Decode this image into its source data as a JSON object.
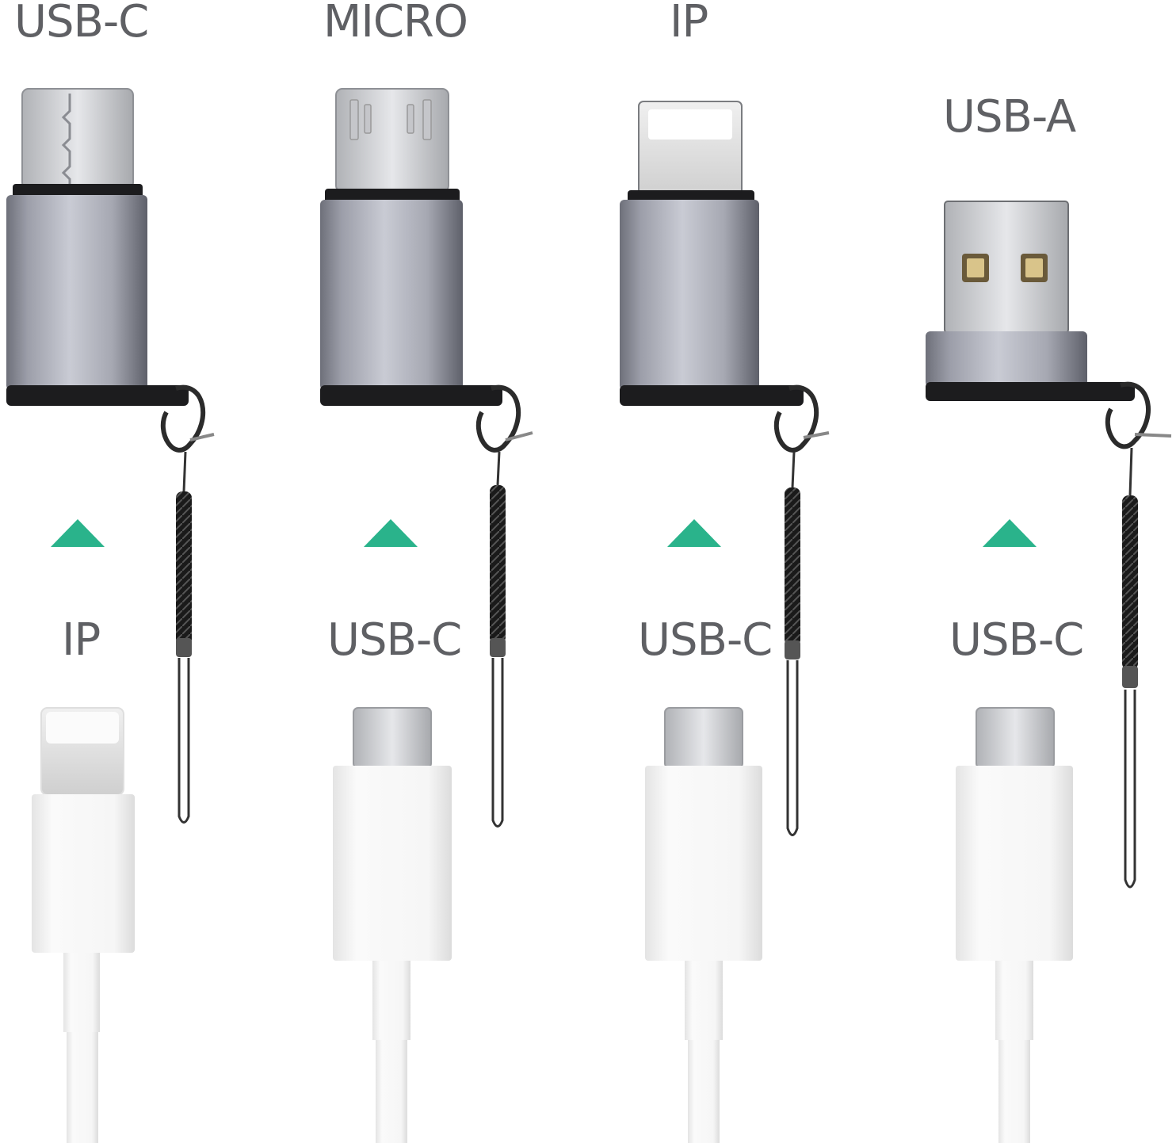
{
  "columns": [
    {
      "adapter_label": "USB-C",
      "cable_label": "IP"
    },
    {
      "adapter_label": "MICRO",
      "cable_label": "USB-C"
    },
    {
      "adapter_label": "IP",
      "cable_label": "USB-C"
    },
    {
      "adapter_label": "USB-A",
      "cable_label": "USB-C"
    }
  ],
  "colors": {
    "label_text": "#5f6064",
    "arrow": "#2ab38b",
    "adapter_body": "#a9abb6",
    "adapter_band": "#1c1c1e",
    "cable_white": "#f4f4f4"
  },
  "icons": [
    "arrow-up-icon",
    "lanyard-icon",
    "clasp-icon"
  ]
}
